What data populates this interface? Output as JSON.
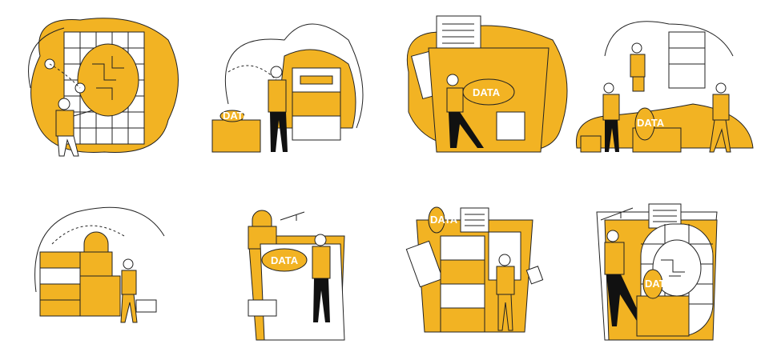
{
  "accent_color": "#F2B323",
  "ink_color": "#111111",
  "panels": [
    {
      "scene": "person-with-circuit-board-grid"
    },
    {
      "scene": "person-thinking-beside-filing-cabinets",
      "label": "DATA"
    },
    {
      "scene": "person-carrying-data-folder",
      "label": "DATA"
    },
    {
      "scene": "team-organizing-data-boxes",
      "label": "DATA"
    },
    {
      "scene": "person-with-locks-and-cabinets"
    },
    {
      "scene": "person-holding-data-document-with-keys",
      "label": "DATA"
    },
    {
      "scene": "person-with-filing-cabinet-and-papers",
      "label": "DATA"
    },
    {
      "scene": "person-with-key-and-circuit-board",
      "label": "DATA"
    }
  ]
}
